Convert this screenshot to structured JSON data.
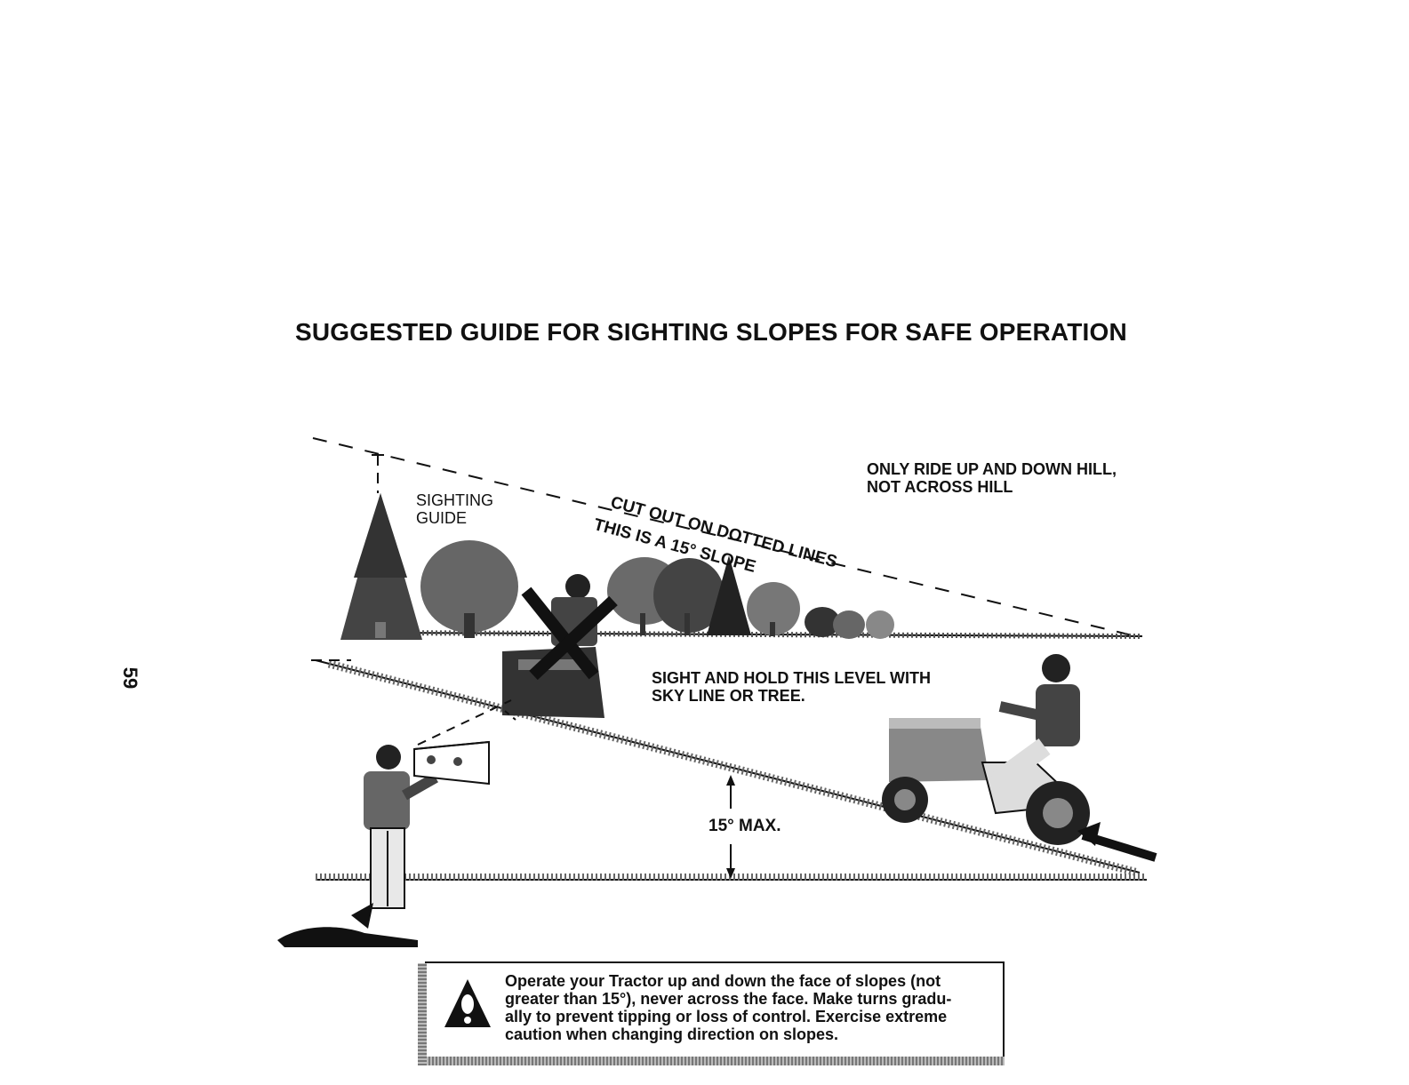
{
  "page": {
    "title": "SUGGESTED GUIDE FOR SIGHTING SLOPES FOR SAFE OPERATION",
    "page_number": "59"
  },
  "diagram": {
    "sighting_guide": "SIGHTING\nGUIDE",
    "cut_out": "CUT OUT ON DOTTED LINES",
    "slope_note": "THIS IS A 15° SLOPE",
    "ride_note": "ONLY RIDE UP AND DOWN HILL,\nNOT ACROSS HILL",
    "sight_note": "SIGHT AND HOLD THIS LEVEL WITH\nSKY LINE OR TREE.",
    "max_angle": "15° MAX."
  },
  "warning": {
    "text": "Operate your Tractor up and down the face of slopes (not\ngreater than 15°), never across the face. Make turns gradu-\nally to prevent tipping or loss of control. Exercise extreme\ncaution when changing direction on slopes."
  }
}
